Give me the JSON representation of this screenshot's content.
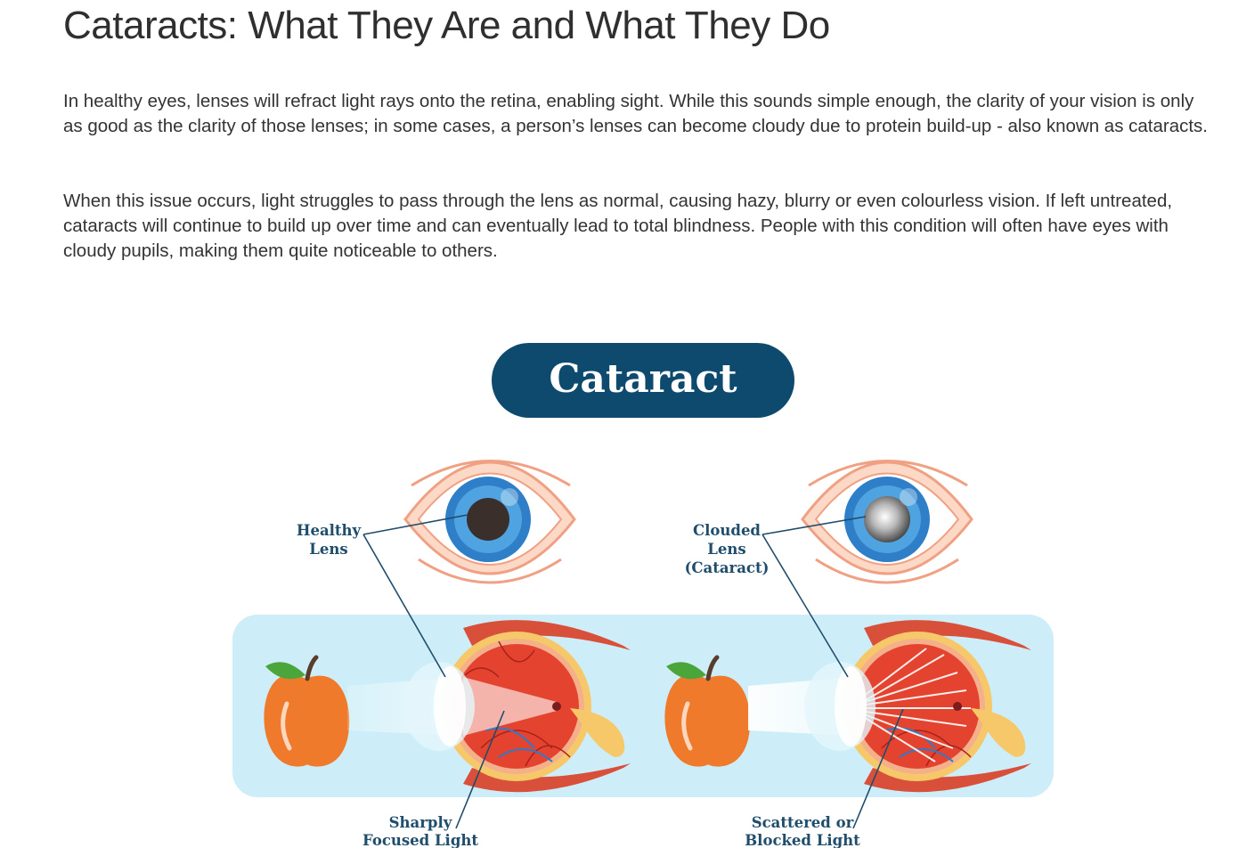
{
  "article": {
    "title": "Cataracts: What They Are and What They Do",
    "paragraphs": [
      "In healthy eyes, lenses will refract light rays onto the retina, enabling sight. While this sounds simple enough, the clarity of your vision is only as good as the clarity of those lenses; in some cases, a person’s lenses can become cloudy due to protein build-up - also known as cataracts.",
      "When this issue occurs, light struggles to pass through the lens as normal, causing hazy, blurry or even colourless vision. If left untreated, cataracts will continue to build up over time and can eventually lead to total blindness. People with this condition will often have eyes with cloudy pupils, making them quite noticeable to others."
    ]
  },
  "figure": {
    "banner": "Cataract",
    "healthy_label_1": "Healthy",
    "healthy_label_2": "Lens",
    "clouded_label_1": "Clouded",
    "clouded_label_2": "Lens",
    "clouded_label_3": "(Cataract)",
    "sharp_label_1": "Sharply",
    "sharp_label_2": "Focused Light",
    "scatter_label_1": "Scattered or",
    "scatter_label_2": "Blocked Light",
    "colors": {
      "banner": "#0e4a6e",
      "panel": "#cdeef8",
      "label": "#1f4d6b",
      "iris": "#2e7fc8",
      "eye_red": "#e4442f",
      "apple": "#f07a2b"
    }
  }
}
